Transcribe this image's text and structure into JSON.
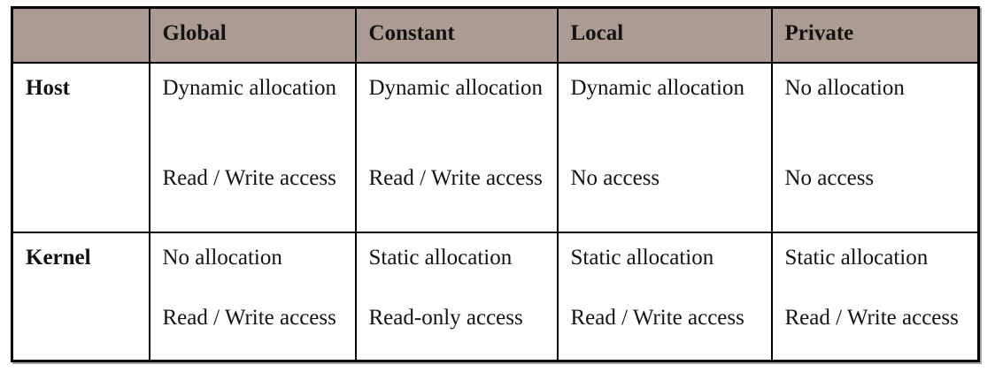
{
  "table": {
    "header_bg": "#ab9b93",
    "border_color": "#000000",
    "columns": [
      "",
      "Global",
      "Constant",
      "Local",
      "Private"
    ],
    "rows": [
      {
        "label": "Host",
        "cells": [
          {
            "allocation": "Dynamic allocation",
            "access": "Read / Write access"
          },
          {
            "allocation": "Dynamic allocation",
            "access": "Read / Write access"
          },
          {
            "allocation": "Dynamic allocation",
            "access": "No access"
          },
          {
            "allocation": "No allocation",
            "access": "No access"
          }
        ]
      },
      {
        "label": "Kernel",
        "cells": [
          {
            "allocation": "No allocation",
            "access": "Read / Write access"
          },
          {
            "allocation": "Static allocation",
            "access": "Read-only access"
          },
          {
            "allocation": "Static allocation",
            "access": "Read / Write access"
          },
          {
            "allocation": "Static allocation",
            "access": "Read / Write access"
          }
        ]
      }
    ]
  }
}
